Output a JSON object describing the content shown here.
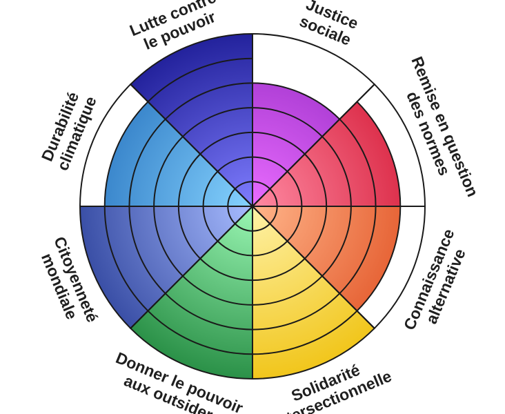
{
  "wheel": {
    "segments": [
      {
        "label_lines": [
          "Justice",
          "sociale"
        ],
        "level": 5,
        "color_inner": "#e96cff",
        "color_outer": "#9b2fc8"
      },
      {
        "label_lines": [
          "Remise en question",
          "des normes"
        ],
        "level": 6,
        "color_inner": "#ff8aa3",
        "color_outer": "#d8233f"
      },
      {
        "label_lines": [
          "Connaissance",
          "alternative"
        ],
        "level": 6,
        "color_inner": "#ffb58a",
        "color_outer": "#e3582a"
      },
      {
        "label_lines": [
          "Solidarité",
          "intersectionnelle"
        ],
        "level": 7,
        "color_inner": "#fff2a8",
        "color_outer": "#f1c61c"
      },
      {
        "label_lines": [
          "Donner le pouvoir",
          "aux outsiders"
        ],
        "level": 7,
        "color_inner": "#9bf7b4",
        "color_outer": "#2b9148"
      },
      {
        "label_lines": [
          "Citoyenneté",
          "mondiale"
        ],
        "level": 7,
        "color_inner": "#a8bcff",
        "color_outer": "#3a4fa6"
      },
      {
        "label_lines": [
          "Durabilité",
          "climatique"
        ],
        "level": 6,
        "color_inner": "#86d3ff",
        "color_outer": "#2f7bc4"
      },
      {
        "label_lines": [
          "Lutte contre",
          "le pouvoir"
        ],
        "level": 7,
        "color_inner": "#7f7dff",
        "color_outer": "#23229c"
      }
    ],
    "rings": 7,
    "colors": {
      "lines": "#1a1a1a",
      "text": "#1f1f1f",
      "background": "#ffffff"
    }
  }
}
